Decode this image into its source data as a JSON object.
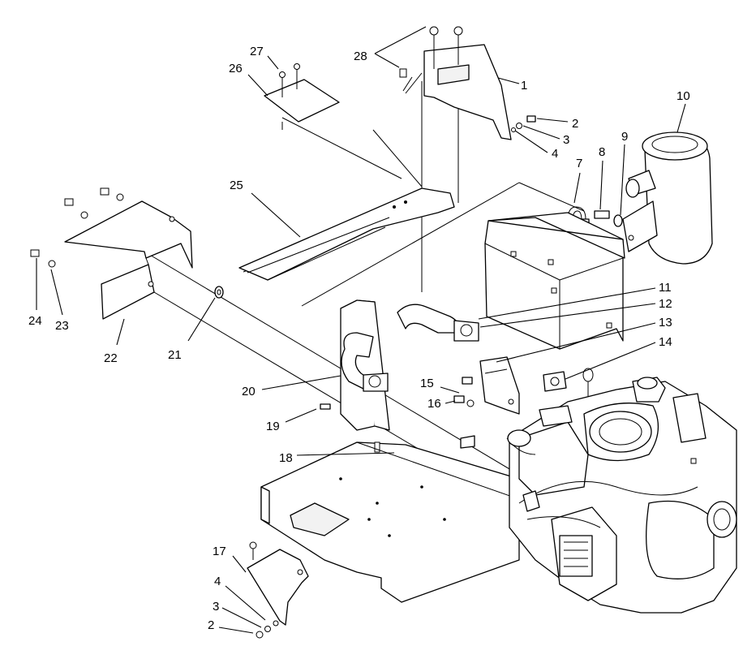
{
  "callouts": {
    "c1": "1",
    "c2a": "2",
    "c3a": "3",
    "c4a": "4",
    "c7": "7",
    "c8": "8",
    "c9": "9",
    "c10": "10",
    "c11": "11",
    "c12": "12",
    "c13": "13",
    "c14": "14",
    "c15": "15",
    "c16": "16",
    "c17": "17",
    "c18": "18",
    "c19": "19",
    "c20": "20",
    "c21": "21",
    "c22": "22",
    "c23": "23",
    "c24": "24",
    "c25": "25",
    "c26": "26",
    "c27": "27",
    "c28": "28",
    "c4b": "4",
    "c3b": "3",
    "c2b": "2"
  }
}
